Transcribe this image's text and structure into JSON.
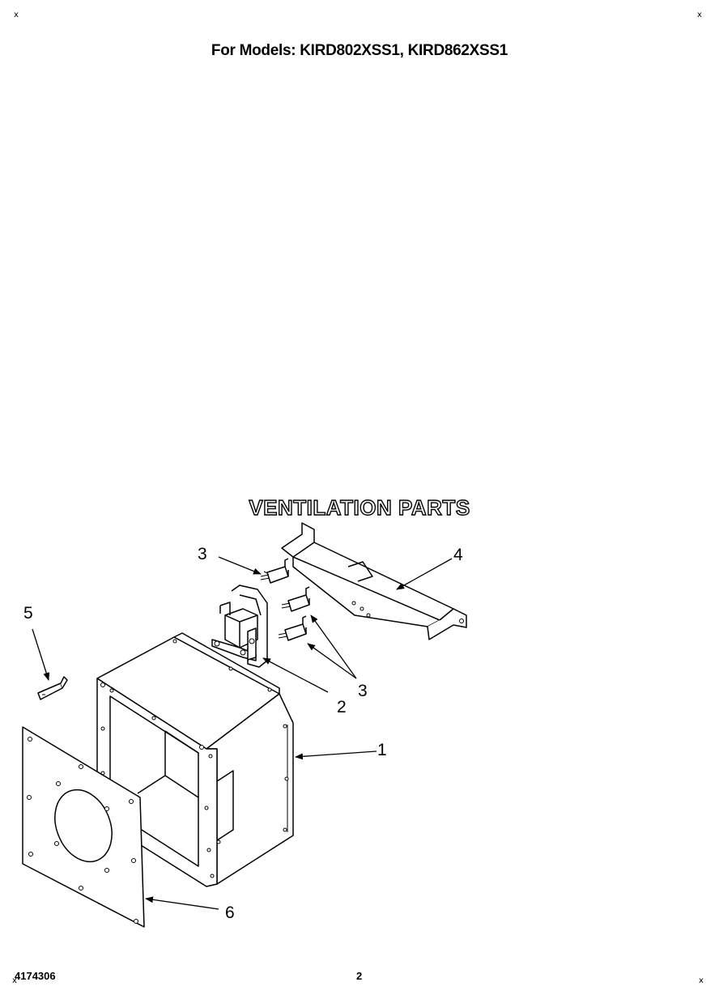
{
  "header": {
    "models": "For Models: KIRD802XSS1, KIRD862XSS1"
  },
  "section": {
    "title": "VENTILATION PARTS"
  },
  "callouts": {
    "c1": "1",
    "c2": "2",
    "c3a": "3",
    "c3b": "3",
    "c4": "4",
    "c5": "5",
    "c6": "6"
  },
  "footer": {
    "doc_number": "4174306",
    "page_number": "2"
  },
  "registration_mark": "x"
}
